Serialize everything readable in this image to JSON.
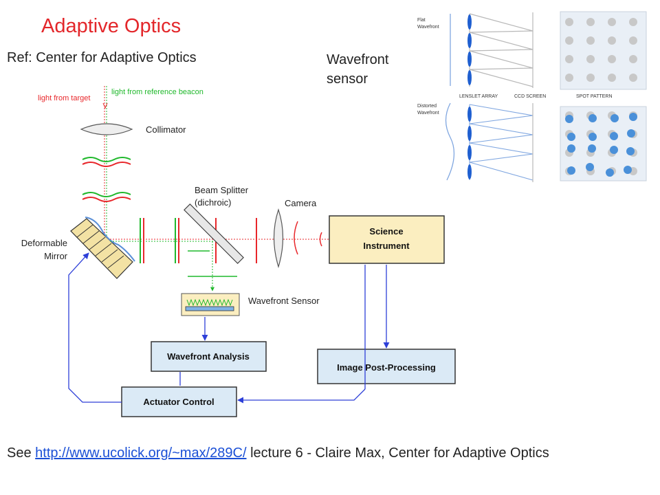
{
  "slide": {
    "title": "Adaptive Optics",
    "ref": "Ref: Center for Adaptive Optics",
    "wavefront_caption_line1": "Wavefront",
    "wavefront_caption_line2": "sensor",
    "footer_prefix": "See ",
    "footer_link": "http://www.ucolick.org/~max/289C/",
    "footer_suffix": " lecture 6  -  Claire Max, Center for Adaptive Optics"
  },
  "diagram": {
    "light_target": "light from target",
    "light_reference": "light from reference beacon",
    "collimator": "Collimator",
    "beam_splitter_line1": "Beam Splitter",
    "beam_splitter_line2": "(dichroic)",
    "camera": "Camera",
    "deformable_line1": "Deformable",
    "deformable_line2": "Mirror",
    "science_line1": "Science",
    "science_line2": "Instrument",
    "wavefront_sensor": "Wavefront Sensor",
    "wavefront_analysis": "Wavefront Analysis",
    "image_post_processing": "Image Post-Processing",
    "actuator_control": "Actuator Control"
  },
  "inset": {
    "flat_line1": "Flat",
    "flat_line2": "Wavefront",
    "distorted_line1": "Distorted",
    "distorted_line2": "Wavefront",
    "lenslet": "LENSLET ARRAY",
    "ccd": "CCD SCREEN",
    "spot": "SPOT PATTERN"
  },
  "colors": {
    "title": "#e3262a",
    "red_light": "#e8262a",
    "green_light": "#1fb82b",
    "blue_arrow": "#2d3fd8",
    "box_fill": "#dbeaf6",
    "science_fill": "#fbeec0",
    "mirror_fill": "#f3e2a4",
    "lenslet": "#1f5fd0",
    "spot": "#4a90d9"
  }
}
